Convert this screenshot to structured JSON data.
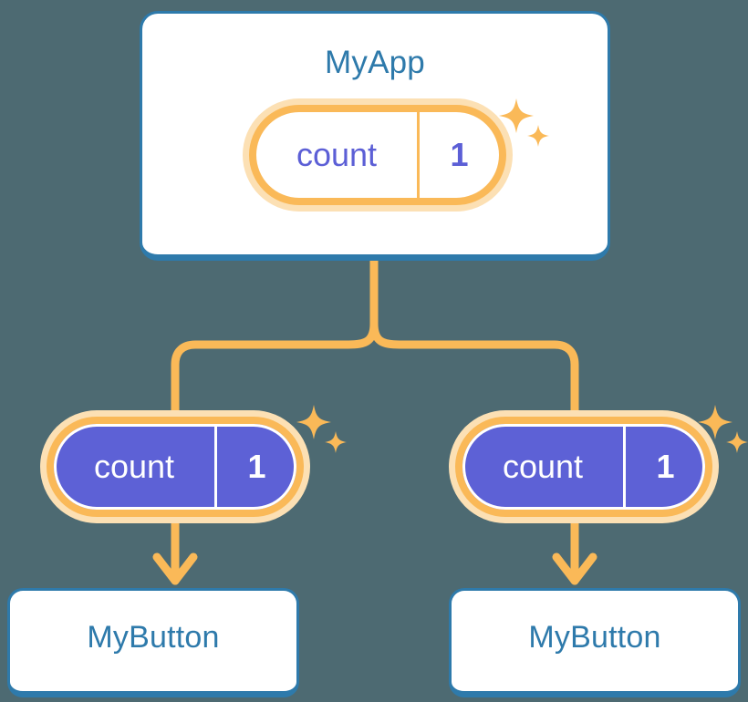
{
  "diagram": {
    "title_visible": false,
    "type": "component-state-propagation-tree",
    "background_color": "#4d6a72",
    "palette": {
      "card_border_blue": "#2e7aab",
      "card_background": "#ffffff",
      "title_blue": "#2e7aab",
      "pill_ring_orange": "#fab958",
      "pill_halo_orange": "#fce0b4",
      "pill_fill_purple": "#5d61d6",
      "pill_text_purple": "#5c5fd6",
      "pill_text_white": "#ffffff",
      "connector_orange": "#fab958",
      "sparkle_orange": "#fab958"
    }
  },
  "root": {
    "label": "MyApp",
    "state_pill": {
      "key": "count",
      "value": "1",
      "style": "light",
      "has_sparkle": true
    }
  },
  "children": [
    {
      "state_pill": {
        "key": "count",
        "value": "1",
        "style": "filled",
        "has_sparkle": true
      },
      "component": {
        "label": "MyButton"
      }
    },
    {
      "state_pill": {
        "key": "count",
        "value": "1",
        "style": "filled",
        "has_sparkle": true
      },
      "component": {
        "label": "MyButton"
      }
    }
  ],
  "icons": {
    "sparkle_large": "sparkle-four-point-star",
    "sparkle_small": "sparkle-four-point-star-small",
    "arrow_down": "arrow-down-icon",
    "branch": "branch-connector-icon"
  }
}
